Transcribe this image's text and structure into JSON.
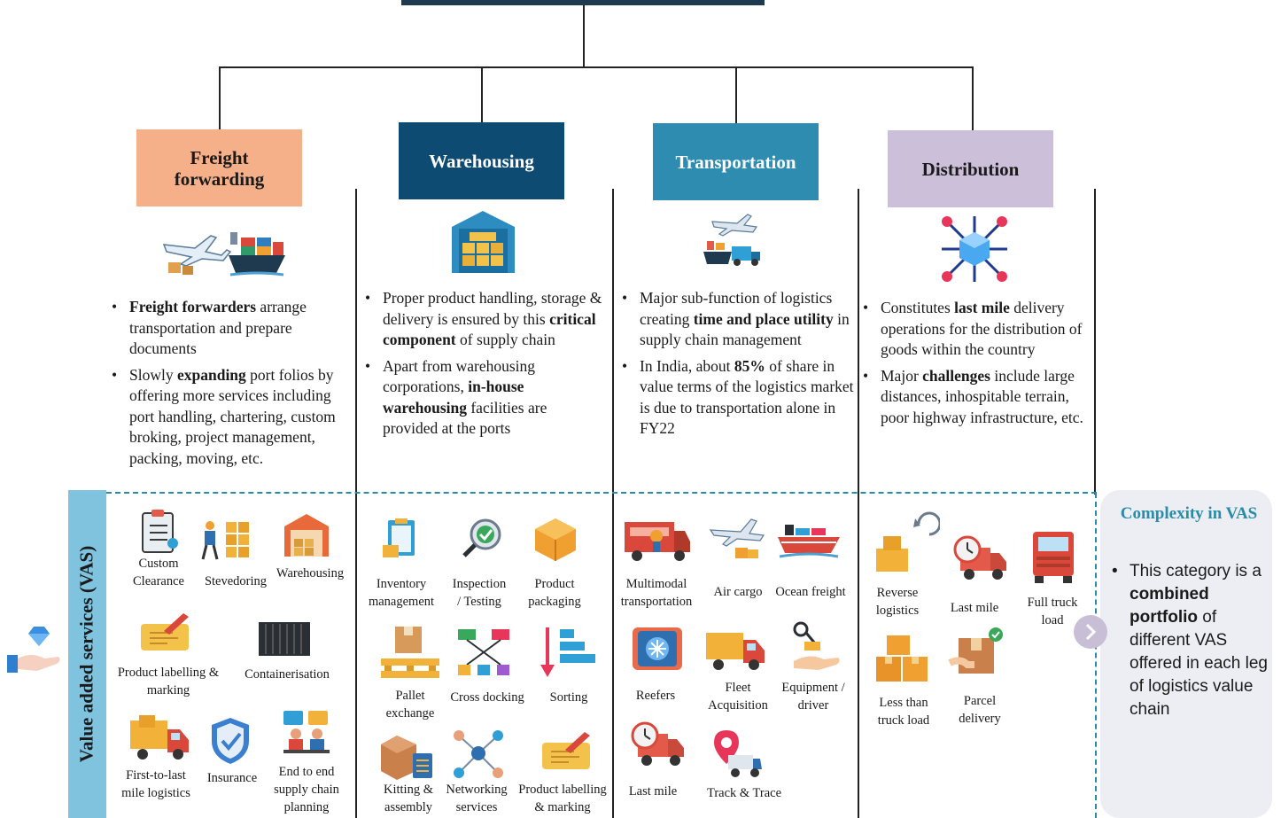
{
  "columns": [
    {
      "title_lines": [
        "Freight",
        "forwarding"
      ],
      "bg": "#f5b08a",
      "fg": "#1a1a1a"
    },
    {
      "title_lines": [
        "Warehousing"
      ],
      "bg": "#0d4b73",
      "fg": "#ffffff"
    },
    {
      "title_lines": [
        "Transportation"
      ],
      "bg": "#2d8cb0",
      "fg": "#ffffff"
    },
    {
      "title_lines": [
        "Distribution"
      ],
      "bg": "#cbbfd9",
      "fg": "#1a1a1a"
    }
  ],
  "bullets": [
    [
      [
        {
          "b": "Freight forwarders"
        },
        {
          "t": " arrange transportation and prepare documents"
        }
      ],
      [
        {
          "t": "Slowly "
        },
        {
          "b": "expanding"
        },
        {
          "t": " port folios by offering more services including port handling, chartering, custom broking, project management, packing, moving, etc."
        }
      ]
    ],
    [
      [
        {
          "t": "Proper product handling, storage & delivery is ensured by this "
        },
        {
          "b": "critical component"
        },
        {
          "t": " of supply chain"
        }
      ],
      [
        {
          "t": "Apart from warehousing corporations, "
        },
        {
          "b": "in-house warehousing"
        },
        {
          "t": " facilities are provided at the ports"
        }
      ]
    ],
    [
      [
        {
          "t": "Major sub-function of logistics creating "
        },
        {
          "b": "time and place utility"
        },
        {
          "t": " in supply chain management"
        }
      ],
      [
        {
          "t": "In India, about "
        },
        {
          "b": "85%"
        },
        {
          "t": " of share in value terms of the logistics market is due to transportation alone in FY22"
        }
      ]
    ],
    [
      [
        {
          "t": "Constitutes "
        },
        {
          "b": "last mile"
        },
        {
          "t": " delivery operations for the distribution of goods within the country"
        }
      ],
      [
        {
          "t": "Major "
        },
        {
          "b": "challenges"
        },
        {
          "t": " include large distances, inhospitable terrain, poor highway infrastructure, etc."
        }
      ]
    ]
  ],
  "vas_title": "Value added services (VAS)",
  "vas_items": {
    "custom_clearance": "Custom\nClearance",
    "stevedoring": "Stevedoring",
    "warehousing": "Warehousing",
    "product_labelling_1": "Product labelling &\nmarking",
    "containerisation": "Containerisation",
    "first_to_last": "First-to-last\nmile logistics",
    "insurance": "Insurance",
    "end_to_end": "End to end\nsupply chain\nplanning",
    "inventory": "Inventory\nmanagement",
    "inspection": "Inspection\n/ Testing",
    "product_packaging": "Product\npackaging",
    "pallet": "Pallet\nexchange",
    "cross_docking": "Cross docking",
    "sorting": "Sorting",
    "kitting": "Kitting &\nassembly",
    "networking": "Networking\nservices",
    "product_labelling_2": "Product labelling\n& marking",
    "multimodal": "Multimodal\ntransportation",
    "air_cargo": "Air cargo",
    "ocean_freight": "Ocean freight",
    "reefers": "Reefers",
    "fleet": "Fleet\nAcquisition",
    "equipment": "Equipment /\ndriver",
    "last_mile_1": "Last mile",
    "track_trace": "Track & Trace",
    "reverse": "Reverse\nlogistics",
    "last_mile_2": "Last mile",
    "full_truck": "Full truck\nload",
    "less_truck": "Less than\ntruck load",
    "parcel": "Parcel\ndelivery"
  },
  "complexity": {
    "title": "Complexity in VAS",
    "text": [
      {
        "t": "This category is a "
      },
      {
        "b": "combined portfolio"
      },
      {
        "t": " of different VAS offered in each leg of logistics value chain"
      }
    ]
  },
  "colors": {
    "dashed": "#2a8ca8",
    "vas_bar": "#7fc3de",
    "complexity_bg": "#eceef3",
    "complexity_title": "#2a8ca8"
  }
}
